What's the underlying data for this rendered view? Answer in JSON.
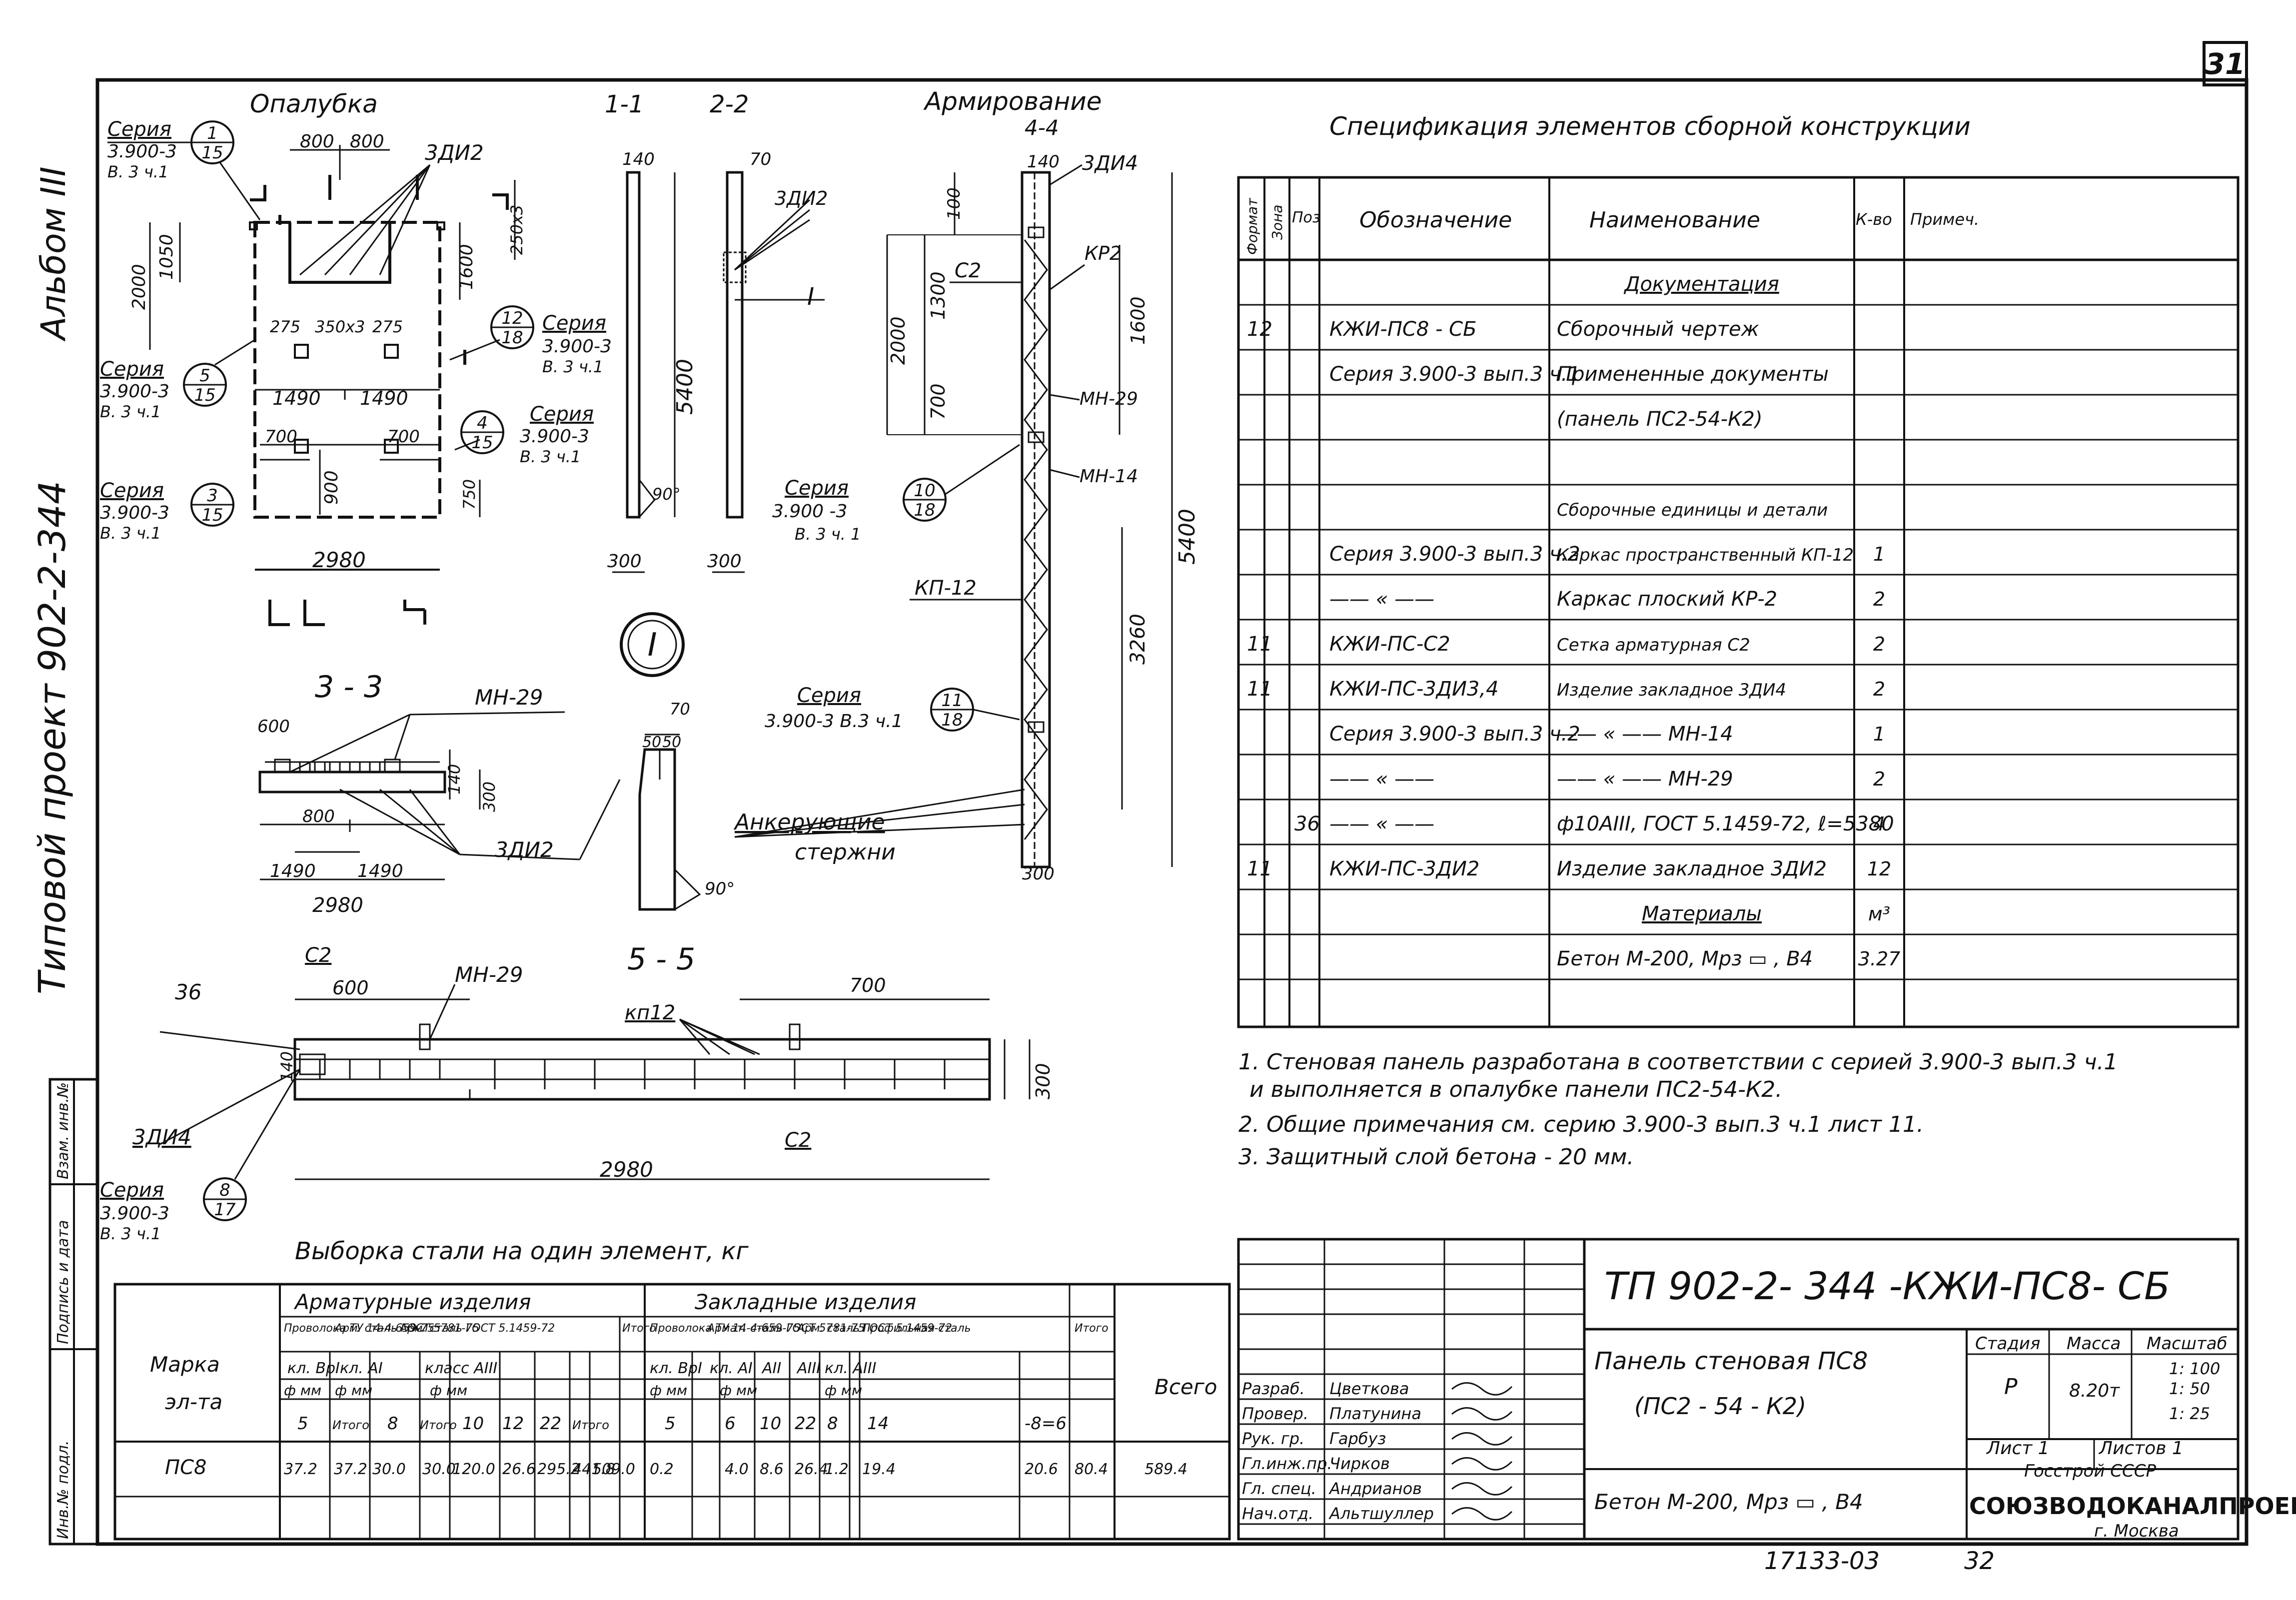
{
  "sheet": {
    "number": "31",
    "side_album": "Альбом III",
    "side_project": "Типовой проект 902-2-344",
    "bottom_code": "17133-03",
    "bottom_page": "32",
    "side_cells": [
      "Инв.№ подл.",
      "Подпись и дата",
      "Взам. инв.№"
    ]
  },
  "views": {
    "formwork": "Опалубка",
    "sec11": "1-1",
    "sec22": "2-2",
    "reinforcement": "Армирование",
    "sec44": "4-4",
    "sec33": "3 - 3",
    "sec55": "5 - 5",
    "node": "I",
    "anchor1": "Анкерующие",
    "anchor2": "стержни"
  },
  "refs": [
    {
      "label": "Серия",
      "s": "3.900-3",
      "v": "В. 3 ч.1",
      "num": "1",
      "den": "15"
    },
    {
      "label": "Серия",
      "s": "3.900-3",
      "v": "В. 3 ч.1",
      "num": "5",
      "den": "15"
    },
    {
      "label": "Серия",
      "s": "3.900-3",
      "v": "В. 3 ч.1",
      "num": "3",
      "den": "15"
    },
    {
      "label": "Серия",
      "s": "3.900-3",
      "v": "В. 3 ч.1",
      "num": "12",
      "den": "18"
    },
    {
      "label": "Серия",
      "s": "3.900-3",
      "v": "В. 3 ч.1",
      "num": "4",
      "den": "15"
    },
    {
      "label": "Серия",
      "s": "3.900 -3",
      "v": "В. 3 ч. 1",
      "num": "10",
      "den": "18"
    },
    {
      "label": "Серия",
      "s": "3.900-3 В.3 ч.1",
      "v": "",
      "num": "11",
      "den": "18"
    },
    {
      "label": "Серия",
      "s": "3.900-3",
      "v": "В. 3 ч.1",
      "num": "8",
      "den": "17"
    }
  ],
  "dims": {
    "d800a": "800",
    "d800b": "800",
    "d1050": "1050",
    "d2000": "2000",
    "d1600": "1600",
    "d250x3": "250х3",
    "d275a": "275",
    "d350x3": "350х3",
    "d275b": "275",
    "d1490a": "1490",
    "d1490b": "1490",
    "d700a": "700",
    "d700b": "700",
    "d900": "900",
    "d750": "750",
    "d2980": "2980",
    "d5400": "5400",
    "d140": "140",
    "d300": "300",
    "d90": "90°",
    "d70": "70",
    "d300b": "300",
    "r140": "140",
    "r100": "100",
    "r1300": "1300",
    "r2000": "2000",
    "r700": "700",
    "r1600": "1600",
    "r5400": "5400",
    "r3260": "3260",
    "r300": "300",
    "s600": "600",
    "s140": "140",
    "s300": "300",
    "s800": "800",
    "s1490a": "1490",
    "s1490b": "1490",
    "s2980": "2980",
    "s70": "70",
    "s50a": "50",
    "s50b": "50",
    "s90": "90°",
    "p600": "600",
    "p700": "700",
    "p140": "140",
    "p300": "300",
    "p2980": "2980"
  },
  "marks": {
    "zdi2": "3ДИ2",
    "zdi4": "3ДИ4",
    "c2": "С2",
    "kp2": "КР2",
    "mn29": "МН-29",
    "mn14": "МН-14",
    "kp12": "КП-12",
    "m36": "36",
    "kp12b": "кп12"
  },
  "spec": {
    "title": "Спецификация элементов сборной конструкции",
    "head": [
      "Формат",
      "Зона",
      "Поз",
      "Обозначение",
      "Наименование",
      "К-во",
      "Примеч."
    ],
    "rows": [
      [
        "",
        "",
        "",
        "",
        "Документация",
        "",
        ""
      ],
      [
        "12",
        "",
        "",
        "КЖИ-ПС8 - СБ",
        "Сборочный чертеж",
        "",
        ""
      ],
      [
        "",
        "",
        "",
        "Серия 3.900-3 вып.3 ч.1",
        "Примененные документы",
        "",
        ""
      ],
      [
        "",
        "",
        "",
        "",
        "(панель ПС2-54-К2)",
        "",
        ""
      ],
      [
        "",
        "",
        "",
        "",
        "",
        "",
        ""
      ],
      [
        "",
        "",
        "",
        "",
        "Сборочные единицы и детали",
        "",
        ""
      ],
      [
        "",
        "",
        "",
        "Серия 3.900-3 вып.3 ч.2",
        "Каркас пространственный КП-12",
        "1",
        ""
      ],
      [
        "",
        "",
        "",
        "—— « ——",
        "Каркас плоский КР-2",
        "2",
        ""
      ],
      [
        "11",
        "",
        "",
        "КЖИ-ПС-С2",
        "Сетка арматурная С2",
        "2",
        ""
      ],
      [
        "11",
        "",
        "",
        "КЖИ-ПС-3ДИ3,4",
        "Изделие закладное 3ДИ4",
        "2",
        ""
      ],
      [
        "",
        "",
        "",
        "Серия 3.900-3 вып.3 ч.2",
        "—— « —— МН-14",
        "1",
        ""
      ],
      [
        "",
        "",
        "",
        "—— « ——",
        "—— « —— МН-29",
        "2",
        ""
      ],
      [
        "",
        "",
        "36",
        "—— « ——",
        "ф10АIII, ГОСТ 5.1459-72, ℓ=5380",
        "4",
        ""
      ],
      [
        "11",
        "",
        "",
        "КЖИ-ПС-3ДИ2",
        "Изделие закладное 3ДИ2",
        "12",
        ""
      ],
      [
        "",
        "",
        "",
        "",
        "Материалы",
        "м³",
        ""
      ],
      [
        "",
        "",
        "",
        "",
        "Бетон М-200, Мрз ▭ , В4",
        "3.27",
        ""
      ],
      [
        "",
        "",
        "",
        "",
        "",
        "",
        ""
      ]
    ]
  },
  "notes": [
    "1. Стеновая панель разработана в соответствии с серией 3.900-3 вып.3 ч.1",
    "и выполняется в опалубке панели ПС2-54-К2.",
    "2. Общие примечания см. серию 3.900-3 вып.3 ч.1 лист 11.",
    "3. Защитный слой бетона - 20 мм."
  ],
  "steel": {
    "title": "Выборка стали на один элемент, кг",
    "mark_head": "Марка",
    "mark_head2": "эл-та",
    "g1": "Арматурные изделия",
    "g2": "Закладные изделия",
    "total": "Всего",
    "sub": [
      "Проволока ТУ 14-4-659-75",
      "Арм. сталь ГОСТ 5781-75",
      "Арм. сталь ГОСТ 5.1459-72",
      "Итого",
      "Проволока ТУ 14-4-659-75",
      "Армат. сталь ГОСТ 5781-75",
      "Арм. сталь ГОСТ 5.1459-72",
      "Профильная сталь",
      "Итого"
    ],
    "cls": [
      "кл. ВрI",
      "кл. АI",
      "класс АIII",
      "кл. ВрI",
      "кл. АI",
      "АII",
      "АIII",
      "кл. АIII"
    ],
    "diam": [
      "ф мм",
      "ф мм",
      "ф мм",
      "ф мм",
      "ф мм",
      "ф мм"
    ],
    "nums": [
      "5",
      "Итого",
      "8",
      "Итого",
      "10",
      "12",
      "22",
      "Итого",
      "5",
      "6",
      "10",
      "22",
      "8",
      "14",
      "-8=6"
    ],
    "row": [
      "ПС8",
      "37.2",
      "37.2",
      "30.0",
      "30.0",
      "120.0",
      "26.6",
      "295.2",
      "441.8",
      "509.0",
      "0.2",
      "4.0",
      "8.6",
      "26.4",
      "1.2",
      "19.4",
      "20.6",
      "80.4",
      "589.4"
    ]
  },
  "stamp": {
    "code": "ТП 902-2- 344 -КЖИ-ПС8- СБ",
    "name1": "Панель стеновая ПС8",
    "name2": "(ПС2 - 54 - К2)",
    "stage_h": "Стадия",
    "mass_h": "Масса",
    "scale_h": "Масштаб",
    "stage": "Р",
    "mass": "8.20т",
    "scale": [
      "1: 100",
      "1: 50",
      "1: 25"
    ],
    "sheet": "Лист 1",
    "sheets": "Листов 1",
    "material": "Бетон М-200, Мрз ▭ , В4",
    "org1": "Госстрой СССР",
    "org2": "СОЮЗВОДОКАНАЛПРОЕКТ",
    "org3": "г. Москва",
    "people": [
      [
        "Разраб.",
        "Цветкова"
      ],
      [
        "Провер.",
        "Платунина"
      ],
      [
        "Рук. гр.",
        "Гарбуз"
      ],
      [
        "Гл.инж.пр.",
        "Чирков"
      ],
      [
        "Гл. спец.",
        "Андрианов"
      ],
      [
        "Нач.отд.",
        "Альтшуллер"
      ]
    ]
  }
}
